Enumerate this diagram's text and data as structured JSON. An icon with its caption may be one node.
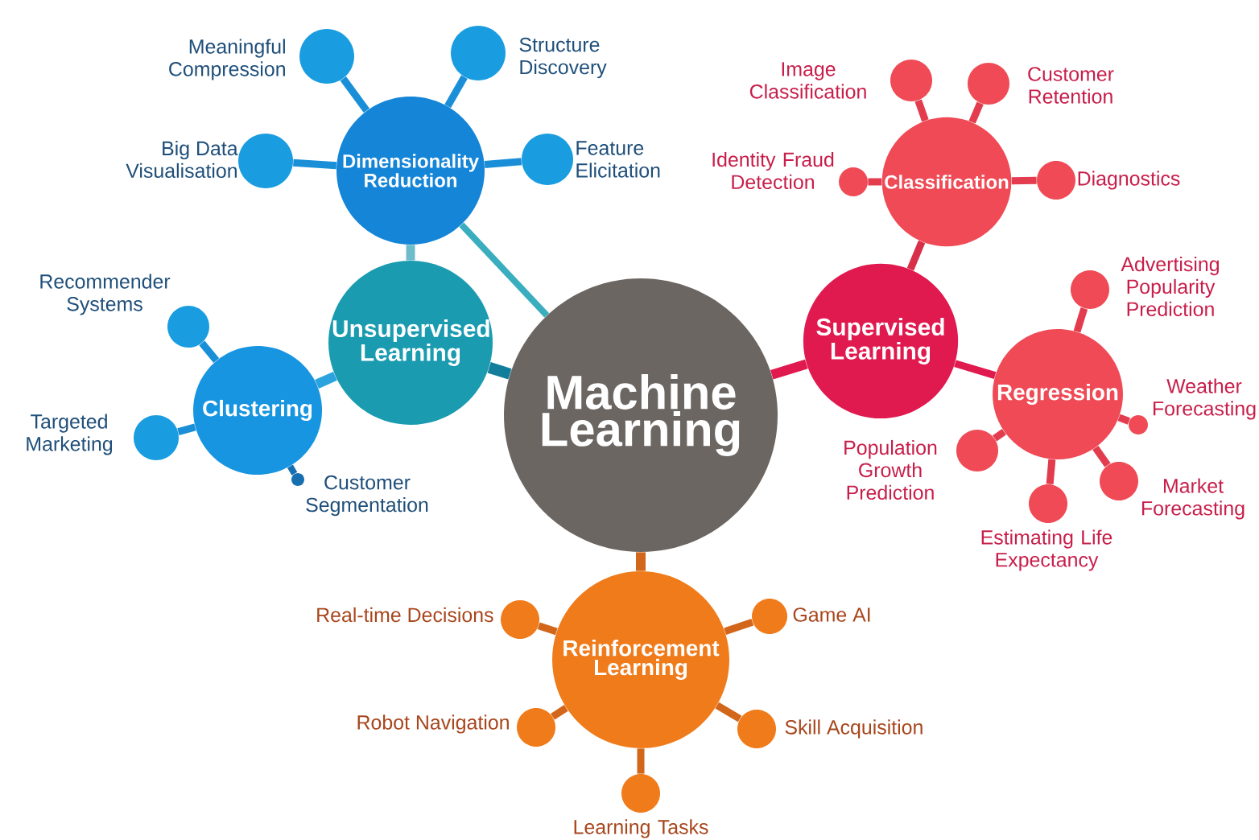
{
  "diagram": {
    "nodes": [
      {
        "text": [
          "Machine Learning"
        ]
      },
      {
        "text": [
          "Dimensionality Reduction"
        ]
      },
      {
        "text": [
          "Unsupervised Learning"
        ]
      },
      {
        "text": [
          "Clustering"
        ]
      },
      {
        "text": [
          "Supervised Learning"
        ]
      },
      {
        "text": [
          "Classification"
        ]
      },
      {
        "text": [
          "Regression"
        ]
      },
      {
        "text": [
          "Reinforcement Learning"
        ]
      },
      {
        "text": [],
        "shape": "circle",
        "beside": [
          "Meaningful Compression"
        ]
      },
      {
        "text": [],
        "shape": "circle",
        "beside": [
          "Structure Discovery"
        ]
      },
      {
        "text": [],
        "shape": "circle",
        "beside": [
          "Big Data Visualisation"
        ]
      },
      {
        "text": [],
        "shape": "circle",
        "beside": [
          "Feature Elicitation"
        ]
      },
      {
        "text": [],
        "shape": "circle",
        "beside": [
          "Recommender Systems"
        ]
      },
      {
        "text": [],
        "shape": "circle",
        "beside": [
          "Targeted Marketing"
        ]
      },
      {
        "text": [],
        "shape": "circle",
        "beside": [
          "Customer Segmentation"
        ]
      },
      {
        "text": [],
        "shape": "circle",
        "beside": [
          "Image Classification"
        ]
      },
      {
        "text": [],
        "shape": "circle",
        "beside": [
          "Customer Retention"
        ]
      },
      {
        "text": [],
        "shape": "circle",
        "beside": [
          "Identity Fraud Detection"
        ]
      },
      {
        "text": [],
        "shape": "circle",
        "beside": [
          "Diagnostics"
        ]
      },
      {
        "text": [],
        "shape": "circle",
        "beside": [
          "Advertising Popularity Prediction"
        ]
      },
      {
        "text": [],
        "shape": "circle",
        "beside": [
          "Weather Forecasting"
        ]
      },
      {
        "text": [],
        "shape": "circle",
        "beside": [
          "Population Growth Prediction"
        ]
      },
      {
        "text": [],
        "shape": "circle",
        "beside": [
          "Estimating Life Expectancy"
        ]
      },
      {
        "text": [],
        "shape": "circle",
        "beside": [
          "Market Forecasting"
        ]
      },
      {
        "text": [],
        "shape": "circle",
        "beside": [
          "Real-time Decisions"
        ]
      },
      {
        "text": [],
        "shape": "circle",
        "beside": [
          "Game AI"
        ]
      },
      {
        "text": [],
        "shape": "circle",
        "beside": [
          "Robot Navigation"
        ]
      },
      {
        "text": [],
        "shape": "circle",
        "beside": [
          "Skill Acquisition"
        ]
      },
      {
        "text": [],
        "shape": "circle",
        "beside": [
          "Learning Tasks"
        ]
      }
    ],
    "edges": [
      {
        "from": 0,
        "to": 2,
        "arrow": "none",
        "color": "#137e9c"
      },
      {
        "from": 0,
        "to": 1,
        "arrow": "none",
        "color": "#3aaebe"
      },
      {
        "from": 0,
        "to": 4,
        "arrow": "none",
        "color": "#e0194f"
      },
      {
        "from": 0,
        "to": 7,
        "arrow": "none",
        "color": "#d2661a"
      },
      {
        "from": 2,
        "to": 1,
        "arrow": "none",
        "color": "#6cbccb"
      },
      {
        "from": 2,
        "to": 3,
        "arrow": "none",
        "color": "#2aa3df"
      },
      {
        "from": 1,
        "to": 8,
        "arrow": "none",
        "color": "#1a8fd8"
      },
      {
        "from": 1,
        "to": 9,
        "arrow": "none",
        "color": "#1a8fd8"
      },
      {
        "from": 1,
        "to": 10,
        "arrow": "none",
        "color": "#1a8fd8"
      },
      {
        "from": 1,
        "to": 11,
        "arrow": "none",
        "color": "#1a8fd8"
      },
      {
        "from": 3,
        "to": 12,
        "arrow": "none",
        "color": "#1a8fd8"
      },
      {
        "from": 3,
        "to": 13,
        "arrow": "none",
        "color": "#1a8fd8"
      },
      {
        "from": 3,
        "to": 14,
        "arrow": "none",
        "color": "#1670b0"
      },
      {
        "from": 4,
        "to": 5,
        "arrow": "none",
        "color": "#d9304a"
      },
      {
        "from": 4,
        "to": 6,
        "arrow": "none",
        "color": "#e0194f"
      },
      {
        "from": 5,
        "to": 15,
        "arrow": "none",
        "color": "#e23c4e"
      },
      {
        "from": 5,
        "to": 16,
        "arrow": "none",
        "color": "#e23c4e"
      },
      {
        "from": 5,
        "to": 17,
        "arrow": "none",
        "color": "#e23c4e"
      },
      {
        "from": 5,
        "to": 18,
        "arrow": "none",
        "color": "#e23c4e"
      },
      {
        "from": 6,
        "to": 19,
        "arrow": "none",
        "color": "#e23c4e"
      },
      {
        "from": 6,
        "to": 20,
        "arrow": "none",
        "color": "#e23c4e"
      },
      {
        "from": 6,
        "to": 21,
        "arrow": "none",
        "color": "#e23c4e"
      },
      {
        "from": 6,
        "to": 22,
        "arrow": "none",
        "color": "#e23c4e"
      },
      {
        "from": 6,
        "to": 23,
        "arrow": "none",
        "color": "#e23c4e"
      },
      {
        "from": 7,
        "to": 24,
        "arrow": "none",
        "color": "#d2661a"
      },
      {
        "from": 7,
        "to": 25,
        "arrow": "none",
        "color": "#d2661a"
      },
      {
        "from": 7,
        "to": 26,
        "arrow": "none",
        "color": "#d2661a"
      },
      {
        "from": 7,
        "to": 27,
        "arrow": "none",
        "color": "#d2661a"
      },
      {
        "from": 7,
        "to": 28,
        "arrow": "none",
        "color": "#d2661a"
      }
    ]
  }
}
